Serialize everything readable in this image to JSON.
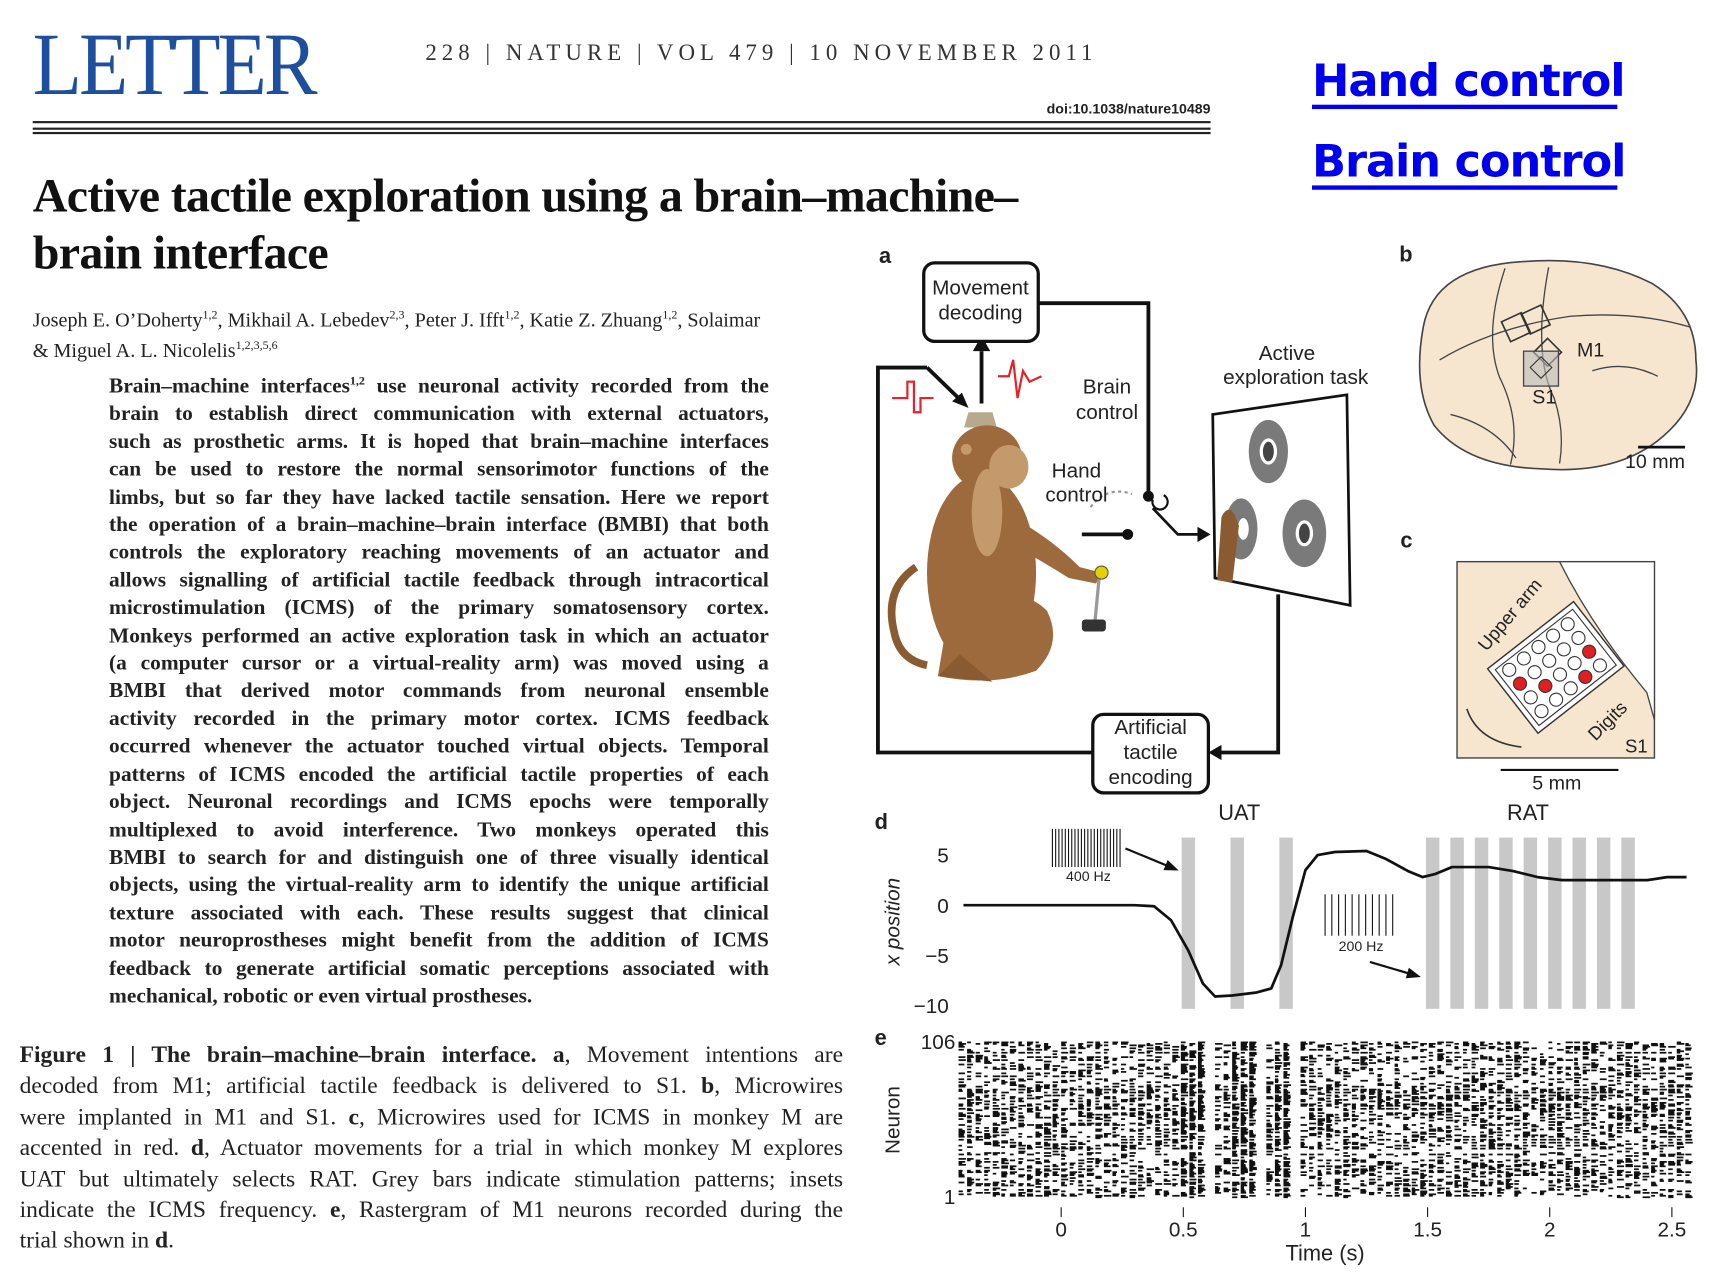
{
  "header": {
    "section": "LETTER",
    "journal_line": "228 | NATURE | VOL 479 | 10 NOVEMBER 2011",
    "doi": "doi:10.1038/nature10489"
  },
  "annotations": {
    "hand_control": "Hand control",
    "brain_control": "Brain control",
    "color": "#0000ee"
  },
  "title": {
    "line1": "Active tactile exploration using a brain–machine–",
    "line2": "brain interface"
  },
  "authors": [
    {
      "name": "Joseph E. O’Doherty",
      "aff": "1,2",
      "sep": ", "
    },
    {
      "name": "Mikhail A. Lebedev",
      "aff": "2,3",
      "sep": ", "
    },
    {
      "name": "Peter J. Ifft",
      "aff": "1,2",
      "sep": ", "
    },
    {
      "name": "Katie Z. Zhuang",
      "aff": "1,2",
      "sep": ", Solaimar "
    },
    {
      "name": "& Miguel A. L. Nicolelis",
      "aff": "1,2,3,5,6",
      "sep": ""
    }
  ],
  "abstract": {
    "first_pre": "Brain–machine interfaces",
    "first_sup": "1,2",
    "first_post": " use neuronal activity recorded from the",
    "lines": [
      "brain to establish direct communication with external actuators,",
      "such as prosthetic arms. It is hoped that brain–machine interfaces",
      "can be used to restore the normal sensorimotor functions of the",
      "limbs, but so far they have lacked tactile sensation. Here we report",
      "the operation of a brain–machine–brain interface (BMBI) that both",
      "controls the exploratory reaching movements of an actuator and",
      "allows signalling of artificial tactile feedback through intracortical",
      "microstimulation (ICMS) of the primary somatosensory cortex.",
      "Monkeys performed an active exploration task in which an actuator",
      "(a computer cursor or a virtual-reality arm) was moved using a",
      "BMBI that derived motor commands from neuronal ensemble",
      "activity recorded in the primary motor cortex. ICMS feedback",
      "occurred whenever the actuator touched virtual objects. Temporal",
      "patterns of ICMS encoded the artificial tactile properties of each",
      "object. Neuronal recordings and ICMS epochs were temporally",
      "multiplexed to avoid interference. Two monkeys operated this",
      "BMBI to search for and distinguish one of three visually identical",
      "objects, using the virtual-reality arm to identify the unique artificial",
      "texture associated with each. These results suggest that clinical",
      "motor neuroprostheses might benefit from the addition of ICMS",
      "feedback to generate artificial somatic perceptions associated with",
      "mechanical, robotic or even virtual prostheses."
    ]
  },
  "caption": {
    "lines": [
      [
        [
          "Figure 1 | The brain–machine–brain interface.",
          true
        ],
        [
          "  ",
          false
        ],
        [
          "a",
          true
        ],
        [
          ", Movement intentions are",
          false
        ]
      ],
      [
        [
          "decoded from M1; artificial tactile feedback is delivered to S1. ",
          false
        ],
        [
          "b",
          true
        ],
        [
          ", Microwires",
          false
        ]
      ],
      [
        [
          "were implanted in M1 and S1. ",
          false
        ],
        [
          "c",
          true
        ],
        [
          ", Microwires used for ICMS in monkey M are",
          false
        ]
      ],
      [
        [
          "accented in red. ",
          false
        ],
        [
          "d",
          true
        ],
        [
          ", Actuator movements for a trial in which monkey M explores",
          false
        ]
      ],
      [
        [
          "UAT but ultimately selects RAT. Grey bars indicate stimulation patterns; insets",
          false
        ]
      ],
      [
        [
          "indicate the ICMS frequency. ",
          false
        ],
        [
          "e",
          true
        ],
        [
          ", Rastergram of M1 neurons recorded during the",
          false
        ]
      ],
      [
        [
          "trial shown in ",
          false
        ],
        [
          "d",
          true
        ],
        [
          ".",
          false
        ]
      ]
    ]
  },
  "figure": {
    "panel_labels": {
      "a": "a",
      "b": "b",
      "c": "c",
      "d": "d",
      "e": "e"
    },
    "a": {
      "movement_decoding": [
        "Movement",
        "decoding"
      ],
      "brain_control": [
        "Brain",
        "control"
      ],
      "hand_control": [
        "Hand",
        "control"
      ],
      "active_task": [
        "Active",
        "exploration task"
      ],
      "tactile_encoding": [
        "Artificial",
        "tactile",
        "encoding"
      ],
      "signal_color": "#e8202a"
    },
    "b": {
      "m1": "M1",
      "s1": "S1",
      "scale": "10 mm"
    },
    "c": {
      "upper_arm": "Upper arm",
      "digits": "Digits",
      "s1": "S1",
      "scale": "5 mm",
      "accent_color": "#e02020"
    }
  },
  "chart_data": [
    {
      "type": "line",
      "panel": "d",
      "ylabel": "x position",
      "xlabel": "",
      "ylim": [
        -10,
        6
      ],
      "yticks": [
        "5",
        "0",
        "−5",
        "−10"
      ],
      "ytick_values": [
        5,
        0,
        -5,
        -10
      ],
      "xlim": [
        -0.45,
        2.6
      ],
      "regions": [
        {
          "label": "UAT",
          "center": 0.72
        },
        {
          "label": "RAT",
          "center": 1.92
        }
      ],
      "insets": [
        {
          "label": "400 Hz",
          "pulses": 22
        },
        {
          "label": "200 Hz",
          "pulses": 11
        }
      ],
      "stim_bars": [
        0.52,
        0.72,
        0.92,
        1.52,
        1.62,
        1.72,
        1.82,
        1.92,
        2.02,
        2.12,
        2.22,
        2.32
      ],
      "stim_bar_width": 0.055,
      "series": [
        {
          "name": "x position",
          "x": [
            -0.4,
            0.0,
            0.3,
            0.38,
            0.45,
            0.52,
            0.58,
            0.63,
            0.7,
            0.8,
            0.86,
            0.9,
            0.95,
            1.0,
            1.05,
            1.12,
            1.25,
            1.33,
            1.42,
            1.48,
            1.53,
            1.6,
            1.75,
            1.85,
            1.95,
            2.05,
            2.4,
            2.48,
            2.56
          ],
          "y": [
            0,
            0,
            0,
            -0.1,
            -1.5,
            -4.5,
            -7.8,
            -9.1,
            -9.0,
            -8.7,
            -8.3,
            -6,
            -1,
            3.5,
            5.0,
            5.3,
            5.4,
            4.6,
            3.4,
            2.8,
            3.1,
            3.8,
            3.8,
            3.4,
            2.8,
            2.5,
            2.5,
            2.8,
            2.8
          ]
        }
      ]
    },
    {
      "type": "scatter",
      "panel": "e",
      "subtype": "raster",
      "ylabel": "Neuron",
      "xlabel": "Time (s)",
      "ylim": [
        1,
        106
      ],
      "yticks": [
        "106",
        "1"
      ],
      "xlim": [
        -0.45,
        2.6
      ],
      "xticks": [
        "0",
        "0.5",
        "1",
        "1.5",
        "2",
        "2.5"
      ],
      "xtick_values": [
        0,
        0.5,
        1,
        1.5,
        2,
        2.5
      ]
    }
  ]
}
